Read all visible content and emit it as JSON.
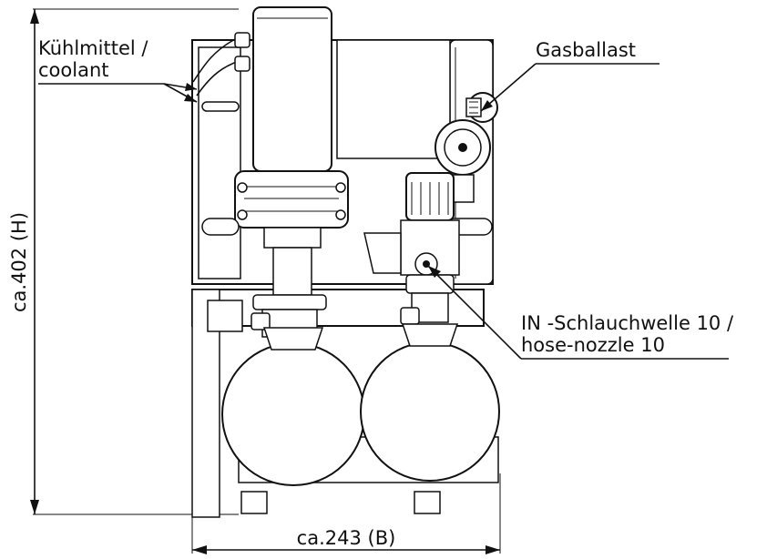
{
  "labels": {
    "coolant_de": "Kühlmittel /",
    "coolant_en": "coolant",
    "gas_ballast": "Gasballast",
    "inlet_de": "IN -Schlauchwelle 10 /",
    "inlet_en": "hose-nozzle 10"
  },
  "dimensions": {
    "height": "ca.402 (H)",
    "width": "ca.243 (B)"
  }
}
